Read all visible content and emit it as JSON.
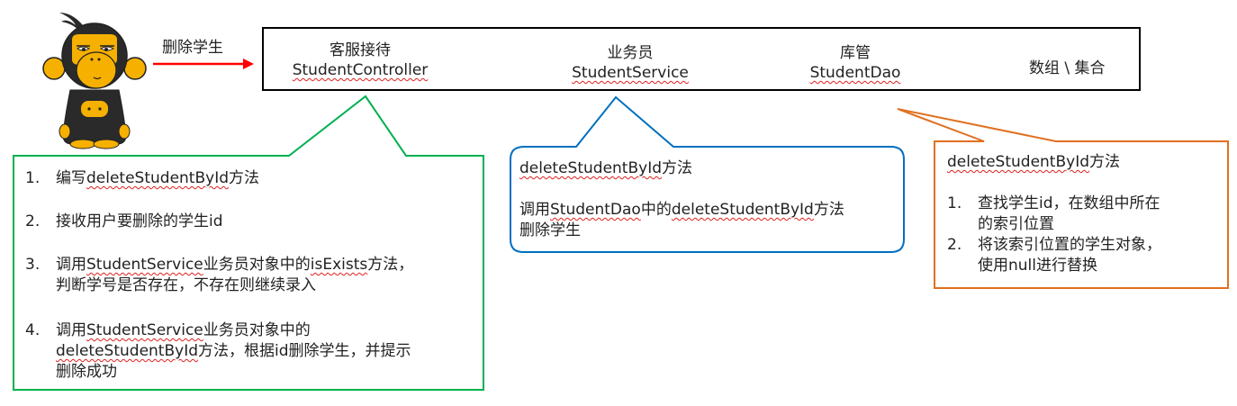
{
  "actor": {
    "icon": "monkey-mascot-icon",
    "action_label": "删除学生",
    "arrow_color": "#ff0000"
  },
  "layers_box": {
    "border_color": "#000000",
    "layers": [
      {
        "role": "客服接待",
        "class_name": "StudentController"
      },
      {
        "role": "业务员",
        "class_name": "StudentService"
      },
      {
        "role": "库管",
        "class_name": "StudentDao"
      }
    ],
    "storage": "数组 \\ 集合"
  },
  "callouts": {
    "controller": {
      "border_color": "#00b050",
      "items": [
        {
          "num": "1.",
          "lines": [
            "编写",
            "deleteStudentById",
            "方法"
          ]
        },
        {
          "num": "2.",
          "text": "接收用户要删除的学生id"
        },
        {
          "num": "3.",
          "line1_pre": "调用",
          "line1_code": "StudentService",
          "line1_mid": "业务员对象中的",
          "line1_code2": "isExists",
          "line1_post": "方法，",
          "line2": "判断学号是否存在，不存在则继续录入"
        },
        {
          "num": "4.",
          "line1_pre": "调用",
          "line1_code": "StudentService",
          "line1_post": "业务员对象中的",
          "line2_code": "deleteStudentById",
          "line2_post": "方法，根据id删除学生，并提示",
          "line3": "删除成功"
        }
      ]
    },
    "service": {
      "border_color": "#0070c0",
      "title_code": "deleteStudentById",
      "title_suffix": "方法",
      "body_pre": "调用",
      "body_code": "StudentDao",
      "body_mid": "中的",
      "body_code2": "deleteStudentById",
      "body_post": "方法",
      "body_line2": "删除学生"
    },
    "dao": {
      "border_color": "#e07020",
      "title_code": "deleteStudentById",
      "title_suffix": "方法",
      "items": [
        {
          "num": "1.",
          "line1": "查找学生id，在数组中所在",
          "line2": "的索引位置"
        },
        {
          "num": "2.",
          "line1": "将该索引位置的学生对象，",
          "line2": "使用null进行替换"
        }
      ]
    }
  }
}
